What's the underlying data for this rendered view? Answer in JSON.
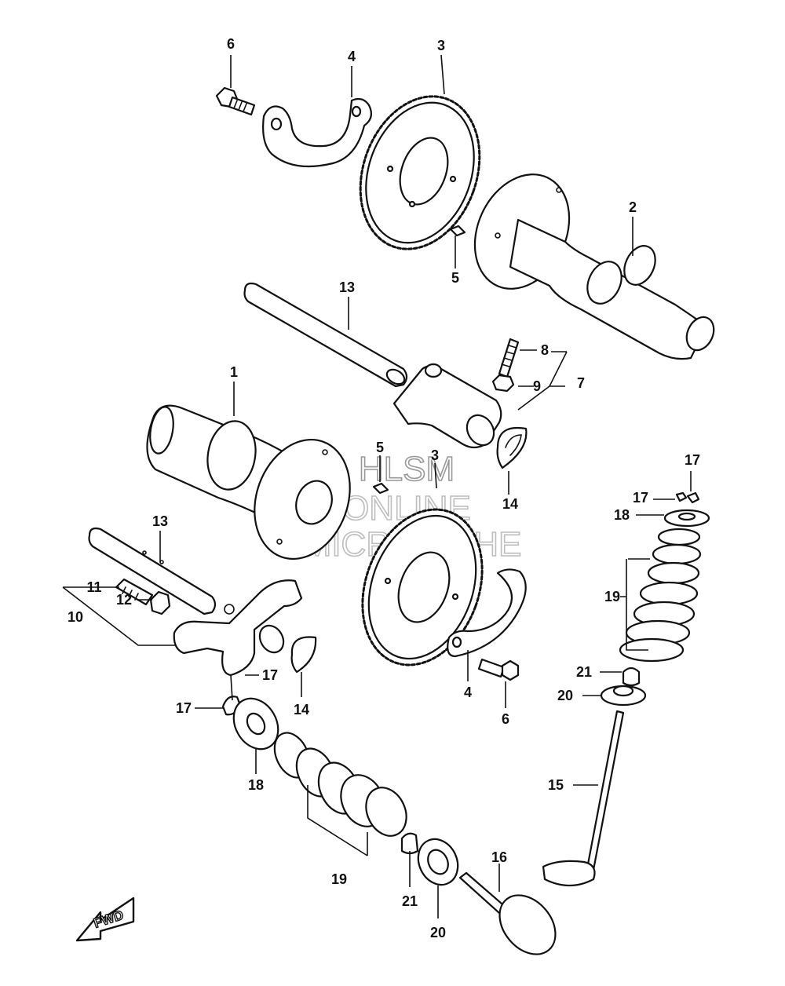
{
  "diagram": {
    "watermark": {
      "line1": "HLSM",
      "line2": "ONLINE",
      "line3": "MICROFICHE"
    },
    "fwd_label": "FWD",
    "callouts": {
      "c6a": "6",
      "c4a": "4",
      "c3a": "3",
      "c2": "2",
      "c5a": "5",
      "c13a": "13",
      "c8": "8",
      "c9": "9",
      "c7": "7",
      "c1": "1",
      "c5b": "5",
      "c3b": "3",
      "c14a": "14",
      "c17a": "17",
      "c17b": "17",
      "c18a": "18",
      "c13b": "13",
      "c11": "11",
      "c10": "10",
      "c12": "12",
      "c19a": "19",
      "c21a": "21",
      "c20a": "20",
      "c17c": "17",
      "c17d": "17",
      "c14b": "14",
      "c4b": "4",
      "c6b": "6",
      "c15": "15",
      "c18b": "18",
      "c19b": "19",
      "c16": "16",
      "c21b": "21",
      "c20b": "20"
    }
  }
}
